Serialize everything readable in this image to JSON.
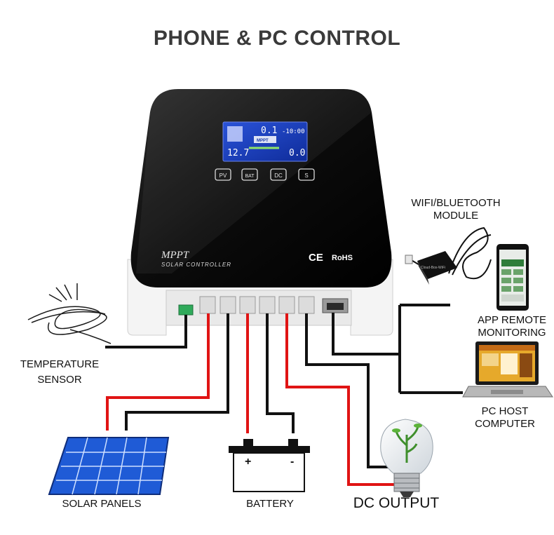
{
  "title": "PHONE & PC CONTROL",
  "controller": {
    "brand": "MPPT",
    "subtitle": "SOLAR CONTROLLER",
    "cert_ce": "CE",
    "cert_rohs": "RoHS",
    "buttons": [
      "PV",
      "BAT",
      "DC",
      "S"
    ],
    "lcd": {
      "reading_top": "0.1",
      "time": "-10:00",
      "brand": "MPPT",
      "voltage": "12.7",
      "load": "0.0"
    }
  },
  "labels": {
    "temperature_sensor": [
      "TEMPERATURE",
      "SENSOR"
    ],
    "wifi_module": [
      "WIFI/BLUETOOTH",
      "MODULE"
    ],
    "app_remote": [
      "APP REMOTE",
      "MONITORING"
    ],
    "pc_host": [
      "PC HOST",
      "COMPUTER"
    ],
    "solar_panels": "SOLAR PANELS",
    "battery": "BATTERY",
    "dc_output": "DC OUTPUT"
  },
  "battery_terminals": {
    "positive": "+",
    "negative": "-"
  },
  "module_label": "Cloud-Box-WiFi",
  "colors": {
    "red_wire": "#e01414",
    "black_wire": "#111111",
    "panel_blue": "#1f5bd6",
    "device_black": "#0b0b0b"
  }
}
